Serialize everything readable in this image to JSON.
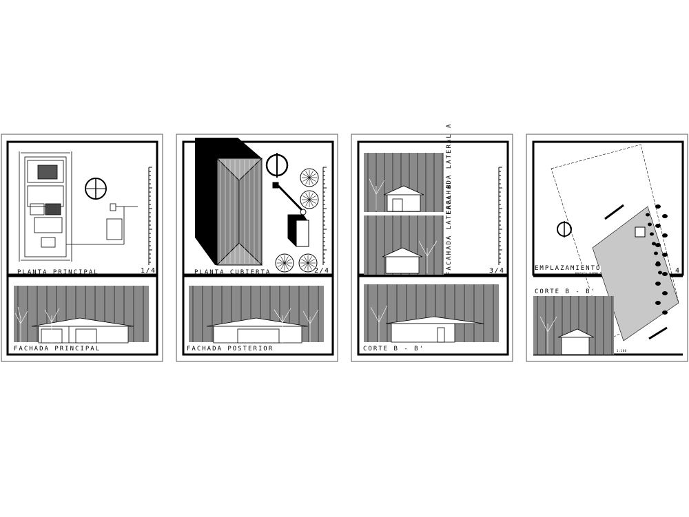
{
  "sheets": [
    {
      "id": "1",
      "top_title": "PLANTA PRINCIPAL",
      "sheet_number": "1/4",
      "bottom_title": "FACHADA PRINCIPAL"
    },
    {
      "id": "2",
      "top_title": "PLANTA CUBIERTA",
      "sheet_number": "2/4",
      "bottom_title": "FACHADA POSTERIOR"
    },
    {
      "id": "3",
      "top_title_a": "FACAHADA LATERAL A",
      "top_title_b": "FACAHADA LATERAL B",
      "sheet_number": "3/4",
      "bottom_title": "CORTE B - B'"
    },
    {
      "id": "4",
      "top_title": "EMPLAZAMIENTO",
      "top_subtitle": "ESCALA PAPEL",
      "sheet_number": "4",
      "bottom_title": "CORTE B - B'",
      "scale_note": "1:100"
    }
  ],
  "colors": {
    "ink": "#000000",
    "fill_gray": "#8a8a8a",
    "paper": "#ffffff",
    "hatch": "#b0b0b0"
  }
}
